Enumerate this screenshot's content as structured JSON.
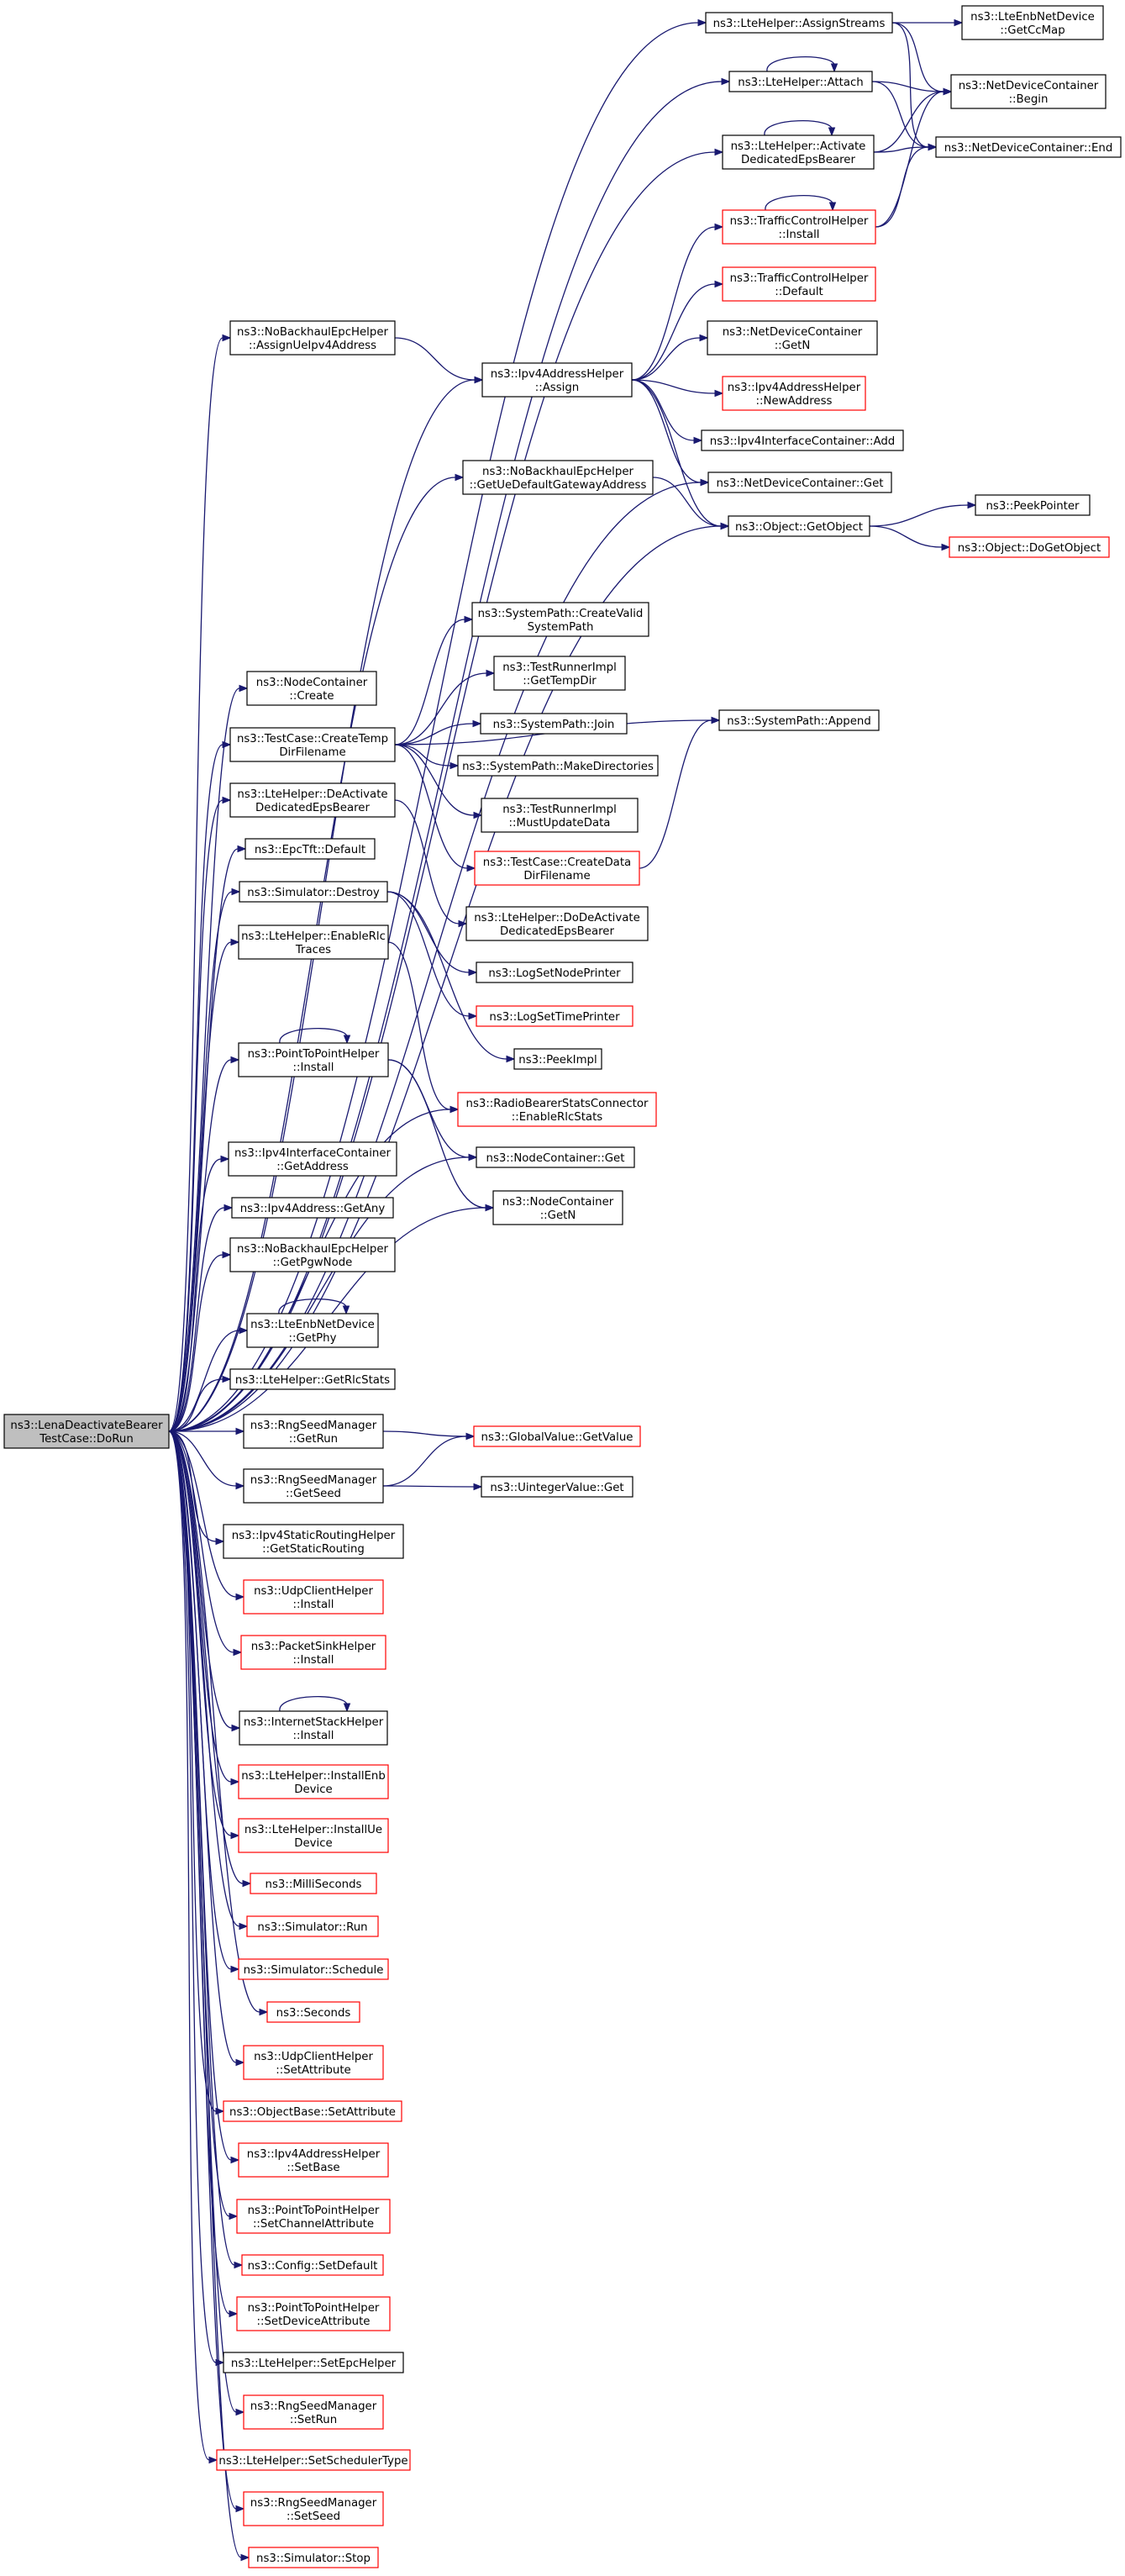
{
  "graph": {
    "title": "",
    "nodes": [
      {
        "id": "dorun",
        "lines": [
          "ns3::LenaDeactivateBearer",
          "TestCase::DoRun"
        ],
        "root": true
      },
      {
        "id": "assignstreams",
        "lines": [
          "ns3::LteHelper::AssignStreams"
        ]
      },
      {
        "id": "getccmap",
        "lines": [
          "ns3::LteEnbNetDevice",
          "::GetCcMap"
        ]
      },
      {
        "id": "attach",
        "lines": [
          "ns3::LteHelper::Attach"
        ]
      },
      {
        "id": "ndcbegin",
        "lines": [
          "ns3::NetDeviceContainer",
          "::Begin"
        ]
      },
      {
        "id": "activate",
        "lines": [
          "ns3::LteHelper::Activate",
          "DedicatedEpsBearer"
        ]
      },
      {
        "id": "ndcend",
        "lines": [
          "ns3::NetDeviceContainer::End"
        ]
      },
      {
        "id": "tchinstall",
        "lines": [
          "ns3::TrafficControlHelper",
          "::Install"
        ],
        "incomplete": true
      },
      {
        "id": "tchdefault",
        "lines": [
          "ns3::TrafficControlHelper",
          "::Default"
        ],
        "incomplete": true
      },
      {
        "id": "assignueipv4",
        "lines": [
          "ns3::NoBackhaulEpcHelper",
          "::AssignUeIpv4Address"
        ]
      },
      {
        "id": "ipv4assign",
        "lines": [
          "ns3::Ipv4AddressHelper",
          "::Assign"
        ]
      },
      {
        "id": "ndcgetn",
        "lines": [
          "ns3::NetDeviceContainer",
          "::GetN"
        ]
      },
      {
        "id": "newaddress",
        "lines": [
          "ns3::Ipv4AddressHelper",
          "::NewAddress"
        ],
        "incomplete": true
      },
      {
        "id": "ificadd",
        "lines": [
          "ns3::Ipv4InterfaceContainer::Add"
        ]
      },
      {
        "id": "getuedefgw",
        "lines": [
          "ns3::NoBackhaulEpcHelper",
          "::GetUeDefaultGatewayAddress"
        ]
      },
      {
        "id": "ndcget",
        "lines": [
          "ns3::NetDeviceContainer::Get"
        ]
      },
      {
        "id": "getobject",
        "lines": [
          "ns3::Object::GetObject"
        ]
      },
      {
        "id": "peekpointer",
        "lines": [
          "ns3::PeekPointer"
        ]
      },
      {
        "id": "dogetobject",
        "lines": [
          "ns3::Object::DoGetObject"
        ],
        "incomplete": true
      },
      {
        "id": "createvalid",
        "lines": [
          "ns3::SystemPath::CreateValid",
          "SystemPath"
        ]
      },
      {
        "id": "nccreate",
        "lines": [
          "ns3::NodeContainer",
          "::Create"
        ]
      },
      {
        "id": "gettempdir",
        "lines": [
          "ns3::TestRunnerImpl",
          "::GetTempDir"
        ]
      },
      {
        "id": "createtemp",
        "lines": [
          "ns3::TestCase::CreateTemp",
          "DirFilename"
        ]
      },
      {
        "id": "spjoin",
        "lines": [
          "ns3::SystemPath::Join"
        ]
      },
      {
        "id": "spappend",
        "lines": [
          "ns3::SystemPath::Append"
        ]
      },
      {
        "id": "makedirs",
        "lines": [
          "ns3::SystemPath::MakeDirectories"
        ]
      },
      {
        "id": "deactivate",
        "lines": [
          "ns3::LteHelper::DeActivate",
          "DedicatedEpsBearer"
        ]
      },
      {
        "id": "mustupdate",
        "lines": [
          "ns3::TestRunnerImpl",
          "::MustUpdateData"
        ]
      },
      {
        "id": "epctftdefault",
        "lines": [
          "ns3::EpcTft::Default"
        ]
      },
      {
        "id": "createdata",
        "lines": [
          "ns3::TestCase::CreateData",
          "DirFilename"
        ],
        "incomplete": true
      },
      {
        "id": "simdestroy",
        "lines": [
          "ns3::Simulator::Destroy"
        ]
      },
      {
        "id": "dodeactivate",
        "lines": [
          "ns3::LteHelper::DoDeActivate",
          "DedicatedEpsBearer"
        ]
      },
      {
        "id": "enablerlc",
        "lines": [
          "ns3::LteHelper::EnableRlc",
          "Traces"
        ]
      },
      {
        "id": "lognodeprinter",
        "lines": [
          "ns3::LogSetNodePrinter"
        ]
      },
      {
        "id": "logtimeprinter",
        "lines": [
          "ns3::LogSetTimePrinter"
        ],
        "incomplete": true
      },
      {
        "id": "p2pinstall",
        "lines": [
          "ns3::PointToPointHelper",
          "::Install"
        ]
      },
      {
        "id": "peekimpl",
        "lines": [
          "ns3::PeekImpl"
        ]
      },
      {
        "id": "rbstats",
        "lines": [
          "ns3::RadioBearerStatsConnector",
          "::EnableRlcStats"
        ],
        "incomplete": true
      },
      {
        "id": "ncget",
        "lines": [
          "ns3::NodeContainer::Get"
        ]
      },
      {
        "id": "ifcgetaddr",
        "lines": [
          "ns3::Ipv4InterfaceContainer",
          "::GetAddress"
        ]
      },
      {
        "id": "ncgetn",
        "lines": [
          "ns3::NodeContainer",
          "::GetN"
        ]
      },
      {
        "id": "ipv4getany",
        "lines": [
          "ns3::Ipv4Address::GetAny"
        ]
      },
      {
        "id": "getpgwnode",
        "lines": [
          "ns3::NoBackhaulEpcHelper",
          "::GetPgwNode"
        ]
      },
      {
        "id": "getphy",
        "lines": [
          "ns3::LteEnbNetDevice",
          "::GetPhy"
        ]
      },
      {
        "id": "getrlcstats",
        "lines": [
          "ns3::LteHelper::GetRlcStats"
        ]
      },
      {
        "id": "rsmgetrun",
        "lines": [
          "ns3::RngSeedManager",
          "::GetRun"
        ]
      },
      {
        "id": "gvgetvalue",
        "lines": [
          "ns3::GlobalValue::GetValue"
        ],
        "incomplete": true
      },
      {
        "id": "rsmgetseed",
        "lines": [
          "ns3::RngSeedManager",
          "::GetSeed"
        ]
      },
      {
        "id": "uintget",
        "lines": [
          "ns3::UintegerValue::Get"
        ]
      },
      {
        "id": "getstaticrouting",
        "lines": [
          "ns3::Ipv4StaticRoutingHelper",
          "::GetStaticRouting"
        ]
      },
      {
        "id": "udpinstall",
        "lines": [
          "ns3::UdpClientHelper",
          "::Install"
        ],
        "incomplete": true
      },
      {
        "id": "psinstall",
        "lines": [
          "ns3::PacketSinkHelper",
          "::Install"
        ],
        "incomplete": true
      },
      {
        "id": "ishinstall",
        "lines": [
          "ns3::InternetStackHelper",
          "::Install"
        ]
      },
      {
        "id": "installenb",
        "lines": [
          "ns3::LteHelper::InstallEnb",
          "Device"
        ],
        "incomplete": true
      },
      {
        "id": "installue",
        "lines": [
          "ns3::LteHelper::InstallUe",
          "Device"
        ],
        "incomplete": true
      },
      {
        "id": "milliseconds",
        "lines": [
          "ns3::MilliSeconds"
        ],
        "incomplete": true
      },
      {
        "id": "simrun",
        "lines": [
          "ns3::Simulator::Run"
        ],
        "incomplete": true
      },
      {
        "id": "simschedule",
        "lines": [
          "ns3::Simulator::Schedule"
        ],
        "incomplete": true
      },
      {
        "id": "seconds",
        "lines": [
          "ns3::Seconds"
        ],
        "incomplete": true
      },
      {
        "id": "udpsetattr",
        "lines": [
          "ns3::UdpClientHelper",
          "::SetAttribute"
        ],
        "incomplete": true
      },
      {
        "id": "obsetattr",
        "lines": [
          "ns3::ObjectBase::SetAttribute"
        ],
        "incomplete": true
      },
      {
        "id": "ipv4setbase",
        "lines": [
          "ns3::Ipv4AddressHelper",
          "::SetBase"
        ],
        "incomplete": true
      },
      {
        "id": "p2psetchannel",
        "lines": [
          "ns3::PointToPointHelper",
          "::SetChannelAttribute"
        ],
        "incomplete": true
      },
      {
        "id": "configsetdefault",
        "lines": [
          "ns3::Config::SetDefault"
        ],
        "incomplete": true
      },
      {
        "id": "p2psetdevice",
        "lines": [
          "ns3::PointToPointHelper",
          "::SetDeviceAttribute"
        ],
        "incomplete": true
      },
      {
        "id": "setepchelper",
        "lines": [
          "ns3::LteHelper::SetEpcHelper"
        ]
      },
      {
        "id": "rsmsetrun",
        "lines": [
          "ns3::RngSeedManager",
          "::SetRun"
        ],
        "incomplete": true
      },
      {
        "id": "setscheduler",
        "lines": [
          "ns3::LteHelper::SetSchedulerType"
        ],
        "incomplete": true
      },
      {
        "id": "rsmsetseed",
        "lines": [
          "ns3::RngSeedManager",
          "::SetSeed"
        ],
        "incomplete": true
      },
      {
        "id": "simstop",
        "lines": [
          "ns3::Simulator::Stop"
        ],
        "incomplete": true
      }
    ],
    "edges": [
      [
        "assignstreams",
        "getccmap"
      ],
      [
        "assignstreams",
        "ndcbegin"
      ],
      [
        "assignstreams",
        "ndcend"
      ],
      [
        "attach",
        "attach"
      ],
      [
        "attach",
        "ndcbegin"
      ],
      [
        "attach",
        "ndcend"
      ],
      [
        "activate",
        "activate"
      ],
      [
        "activate",
        "ndcbegin"
      ],
      [
        "activate",
        "ndcend"
      ],
      [
        "tchinstall",
        "tchinstall"
      ],
      [
        "tchinstall",
        "ndcbegin"
      ],
      [
        "tchinstall",
        "ndcend"
      ],
      [
        "assignueipv4",
        "ipv4assign"
      ],
      [
        "ipv4assign",
        "tchinstall"
      ],
      [
        "ipv4assign",
        "tchdefault"
      ],
      [
        "ipv4assign",
        "ndcgetn"
      ],
      [
        "ipv4assign",
        "newaddress"
      ],
      [
        "ipv4assign",
        "ificadd"
      ],
      [
        "ipv4assign",
        "ndcget"
      ],
      [
        "ipv4assign",
        "getobject"
      ],
      [
        "getuedefgw",
        "getobject"
      ],
      [
        "getobject",
        "peekpointer"
      ],
      [
        "getobject",
        "dogetobject"
      ],
      [
        "createtemp",
        "createvalid"
      ],
      [
        "createtemp",
        "gettempdir"
      ],
      [
        "createtemp",
        "spjoin"
      ],
      [
        "createtemp",
        "spappend"
      ],
      [
        "createtemp",
        "makedirs"
      ],
      [
        "createtemp",
        "mustupdate"
      ],
      [
        "createtemp",
        "createdata"
      ],
      [
        "createdata",
        "spappend"
      ],
      [
        "deactivate",
        "dodeactivate"
      ],
      [
        "simdestroy",
        "lognodeprinter"
      ],
      [
        "simdestroy",
        "logtimeprinter"
      ],
      [
        "simdestroy",
        "peekimpl"
      ],
      [
        "enablerlc",
        "rbstats"
      ],
      [
        "p2pinstall",
        "p2pinstall"
      ],
      [
        "p2pinstall",
        "ncget"
      ],
      [
        "p2pinstall",
        "ncgetn"
      ],
      [
        "getphy",
        "getphy"
      ],
      [
        "rsmgetrun",
        "gvgetvalue"
      ],
      [
        "rsmgetseed",
        "gvgetvalue"
      ],
      [
        "rsmgetseed",
        "uintget"
      ],
      [
        "ishinstall",
        "ishinstall"
      ],
      [
        "dorun",
        "assignstreams"
      ],
      [
        "dorun",
        "attach"
      ],
      [
        "dorun",
        "activate"
      ],
      [
        "dorun",
        "assignueipv4"
      ],
      [
        "dorun",
        "ipv4assign"
      ],
      [
        "dorun",
        "ndcget"
      ],
      [
        "dorun",
        "getuedefgw"
      ],
      [
        "dorun",
        "getobject"
      ],
      [
        "dorun",
        "nccreate"
      ],
      [
        "dorun",
        "createtemp"
      ],
      [
        "dorun",
        "deactivate"
      ],
      [
        "dorun",
        "epctftdefault"
      ],
      [
        "dorun",
        "simdestroy"
      ],
      [
        "dorun",
        "enablerlc"
      ],
      [
        "dorun",
        "rbstats"
      ],
      [
        "dorun",
        "p2pinstall"
      ],
      [
        "dorun",
        "ncget"
      ],
      [
        "dorun",
        "ncgetn"
      ],
      [
        "dorun",
        "ifcgetaddr"
      ],
      [
        "dorun",
        "ipv4getany"
      ],
      [
        "dorun",
        "getpgwnode"
      ],
      [
        "dorun",
        "getphy"
      ],
      [
        "dorun",
        "getrlcstats"
      ],
      [
        "dorun",
        "rsmgetrun"
      ],
      [
        "dorun",
        "rsmgetseed"
      ],
      [
        "dorun",
        "getstaticrouting"
      ],
      [
        "dorun",
        "udpinstall"
      ],
      [
        "dorun",
        "psinstall"
      ],
      [
        "dorun",
        "ishinstall"
      ],
      [
        "dorun",
        "installenb"
      ],
      [
        "dorun",
        "installue"
      ],
      [
        "dorun",
        "milliseconds"
      ],
      [
        "dorun",
        "simrun"
      ],
      [
        "dorun",
        "simschedule"
      ],
      [
        "dorun",
        "seconds"
      ],
      [
        "dorun",
        "udpsetattr"
      ],
      [
        "dorun",
        "obsetattr"
      ],
      [
        "dorun",
        "ipv4setbase"
      ],
      [
        "dorun",
        "p2psetchannel"
      ],
      [
        "dorun",
        "configsetdefault"
      ],
      [
        "dorun",
        "p2psetdevice"
      ],
      [
        "dorun",
        "setepchelper"
      ],
      [
        "dorun",
        "rsmsetrun"
      ],
      [
        "dorun",
        "setscheduler"
      ],
      [
        "dorun",
        "rsmsetseed"
      ],
      [
        "dorun",
        "simstop"
      ]
    ]
  }
}
